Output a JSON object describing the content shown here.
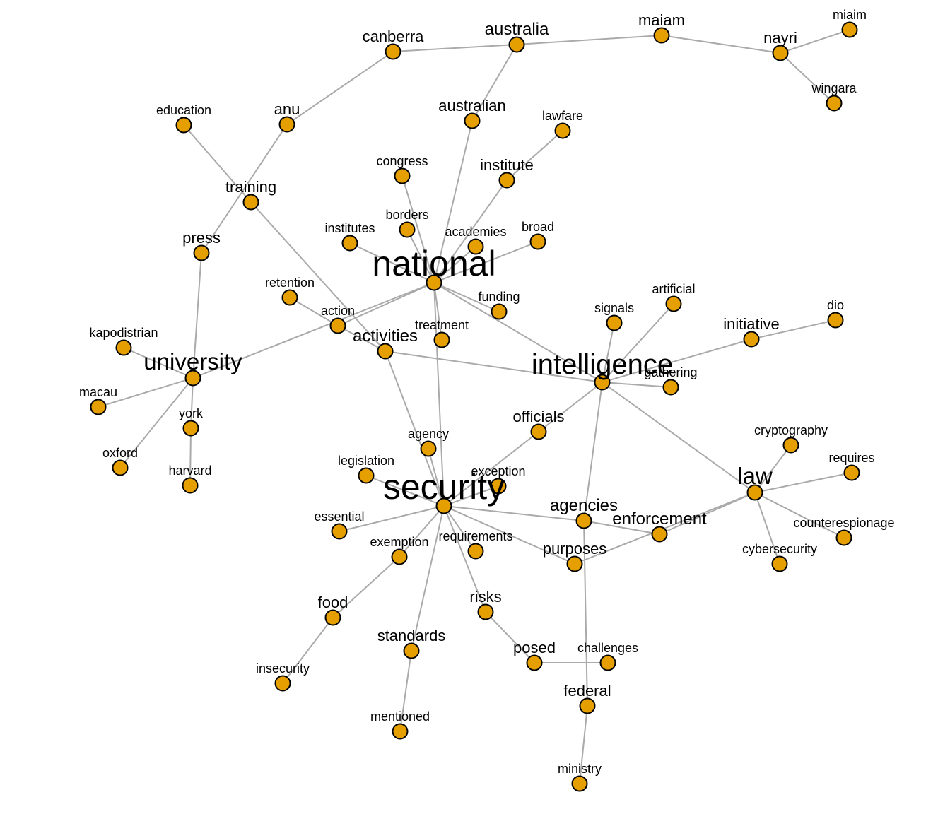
{
  "colors": {
    "node_fill": "#E69F00",
    "node_stroke": "#000000",
    "edge": "#AAAAAA",
    "background": "#FFFFFF"
  },
  "nodes": [
    {
      "id": "national",
      "label": "national",
      "weight": 5
    },
    {
      "id": "security",
      "label": "security",
      "weight": 5
    },
    {
      "id": "intelligence",
      "label": "intelligence",
      "weight": 4
    },
    {
      "id": "university",
      "label": "university",
      "weight": 3
    },
    {
      "id": "law",
      "label": "law",
      "weight": 3
    },
    {
      "id": "activities",
      "label": "activities",
      "weight": 2
    },
    {
      "id": "agencies",
      "label": "agencies",
      "weight": 2
    },
    {
      "id": "enforcement",
      "label": "enforcement",
      "weight": 2
    },
    {
      "id": "australia",
      "label": "australia",
      "weight": 2
    },
    {
      "id": "canberra",
      "label": "canberra",
      "weight": 1.5
    },
    {
      "id": "maiam",
      "label": "maiam",
      "weight": 1.5
    },
    {
      "id": "nayri",
      "label": "nayri",
      "weight": 1.5
    },
    {
      "id": "miaim",
      "label": "miaim",
      "weight": 1
    },
    {
      "id": "wingara",
      "label": "wingara",
      "weight": 1
    },
    {
      "id": "anu",
      "label": "anu",
      "weight": 1.5
    },
    {
      "id": "education",
      "label": "education",
      "weight": 1
    },
    {
      "id": "training",
      "label": "training",
      "weight": 1.5
    },
    {
      "id": "press",
      "label": "press",
      "weight": 1.5
    },
    {
      "id": "australian",
      "label": "australian",
      "weight": 1.5
    },
    {
      "id": "lawfare",
      "label": "lawfare",
      "weight": 1
    },
    {
      "id": "institute",
      "label": "institute",
      "weight": 1.5
    },
    {
      "id": "congress",
      "label": "congress",
      "weight": 1
    },
    {
      "id": "borders",
      "label": "borders",
      "weight": 1
    },
    {
      "id": "institutes",
      "label": "institutes",
      "weight": 1
    },
    {
      "id": "academies",
      "label": "academies",
      "weight": 1
    },
    {
      "id": "broad",
      "label": "broad",
      "weight": 1
    },
    {
      "id": "funding",
      "label": "funding",
      "weight": 1
    },
    {
      "id": "retention",
      "label": "retention",
      "weight": 1
    },
    {
      "id": "action",
      "label": "action",
      "weight": 1
    },
    {
      "id": "treatment",
      "label": "treatment",
      "weight": 1
    },
    {
      "id": "kapodistrian",
      "label": "kapodistrian",
      "weight": 1
    },
    {
      "id": "macau",
      "label": "macau",
      "weight": 1
    },
    {
      "id": "york",
      "label": "york",
      "weight": 1
    },
    {
      "id": "oxford",
      "label": "oxford",
      "weight": 1
    },
    {
      "id": "harvard",
      "label": "harvard",
      "weight": 1
    },
    {
      "id": "signals",
      "label": "signals",
      "weight": 1
    },
    {
      "id": "artificial",
      "label": "artificial",
      "weight": 1
    },
    {
      "id": "initiative",
      "label": "initiative",
      "weight": 1.5
    },
    {
      "id": "dio",
      "label": "dio",
      "weight": 1
    },
    {
      "id": "gathering",
      "label": "gathering",
      "weight": 1
    },
    {
      "id": "officials",
      "label": "officials",
      "weight": 1.5
    },
    {
      "id": "agency",
      "label": "agency",
      "weight": 1
    },
    {
      "id": "legislation",
      "label": "legislation",
      "weight": 1
    },
    {
      "id": "exception",
      "label": "exception",
      "weight": 1
    },
    {
      "id": "essential",
      "label": "essential",
      "weight": 1
    },
    {
      "id": "exemption",
      "label": "exemption",
      "weight": 1
    },
    {
      "id": "requirements",
      "label": "requirements",
      "weight": 1
    },
    {
      "id": "purposes",
      "label": "purposes",
      "weight": 1.5
    },
    {
      "id": "cryptography",
      "label": "cryptography",
      "weight": 1
    },
    {
      "id": "requires",
      "label": "requires",
      "weight": 1
    },
    {
      "id": "counterespionage",
      "label": "counterespionage",
      "weight": 1
    },
    {
      "id": "cybersecurity",
      "label": "cybersecurity",
      "weight": 1
    },
    {
      "id": "food",
      "label": "food",
      "weight": 1.5
    },
    {
      "id": "insecurity",
      "label": "insecurity",
      "weight": 1
    },
    {
      "id": "standards",
      "label": "standards",
      "weight": 1.5
    },
    {
      "id": "mentioned",
      "label": "mentioned",
      "weight": 1
    },
    {
      "id": "risks",
      "label": "risks",
      "weight": 1.5
    },
    {
      "id": "posed",
      "label": "posed",
      "weight": 1.5
    },
    {
      "id": "challenges",
      "label": "challenges",
      "weight": 1
    },
    {
      "id": "federal",
      "label": "federal",
      "weight": 1.5
    },
    {
      "id": "ministry",
      "label": "ministry",
      "weight": 1
    }
  ],
  "edges": [
    [
      "canberra",
      "australia"
    ],
    [
      "australia",
      "maiam"
    ],
    [
      "maiam",
      "nayri"
    ],
    [
      "nayri",
      "miaim"
    ],
    [
      "nayri",
      "wingara"
    ],
    [
      "australia",
      "australian"
    ],
    [
      "canberra",
      "anu"
    ],
    [
      "anu",
      "press"
    ],
    [
      "education",
      "training"
    ],
    [
      "training",
      "activities"
    ],
    [
      "press",
      "university"
    ],
    [
      "australian",
      "national"
    ],
    [
      "lawfare",
      "institute"
    ],
    [
      "institute",
      "national"
    ],
    [
      "congress",
      "national"
    ],
    [
      "borders",
      "national"
    ],
    [
      "institutes",
      "national"
    ],
    [
      "academies",
      "national"
    ],
    [
      "broad",
      "national"
    ],
    [
      "funding",
      "national"
    ],
    [
      "national",
      "intelligence"
    ],
    [
      "national",
      "university"
    ],
    [
      "national",
      "action"
    ],
    [
      "national",
      "treatment"
    ],
    [
      "national",
      "security"
    ],
    [
      "retention",
      "action"
    ],
    [
      "action",
      "activities"
    ],
    [
      "activities",
      "intelligence"
    ],
    [
      "activities",
      "security"
    ],
    [
      "kapodistrian",
      "university"
    ],
    [
      "university",
      "macau"
    ],
    [
      "university",
      "oxford"
    ],
    [
      "university",
      "york"
    ],
    [
      "york",
      "harvard"
    ],
    [
      "signals",
      "intelligence"
    ],
    [
      "artificial",
      "intelligence"
    ],
    [
      "intelligence",
      "initiative"
    ],
    [
      "initiative",
      "dio"
    ],
    [
      "intelligence",
      "gathering"
    ],
    [
      "intelligence",
      "law"
    ],
    [
      "intelligence",
      "officials"
    ],
    [
      "intelligence",
      "agencies"
    ],
    [
      "officials",
      "security"
    ],
    [
      "agency",
      "security"
    ],
    [
      "legislation",
      "security"
    ],
    [
      "exception",
      "security"
    ],
    [
      "essential",
      "security"
    ],
    [
      "exemption",
      "security"
    ],
    [
      "requirements",
      "security"
    ],
    [
      "security",
      "agencies"
    ],
    [
      "security",
      "purposes"
    ],
    [
      "security",
      "risks"
    ],
    [
      "security",
      "standards"
    ],
    [
      "agencies",
      "enforcement"
    ],
    [
      "agencies",
      "federal"
    ],
    [
      "enforcement",
      "law"
    ],
    [
      "purposes",
      "law"
    ],
    [
      "law",
      "cryptography"
    ],
    [
      "law",
      "requires"
    ],
    [
      "law",
      "counterespionage"
    ],
    [
      "law",
      "cybersecurity"
    ],
    [
      "exemption",
      "food"
    ],
    [
      "food",
      "insecurity"
    ],
    [
      "standards",
      "mentioned"
    ],
    [
      "risks",
      "posed"
    ],
    [
      "posed",
      "challenges"
    ],
    [
      "federal",
      "ministry"
    ]
  ]
}
